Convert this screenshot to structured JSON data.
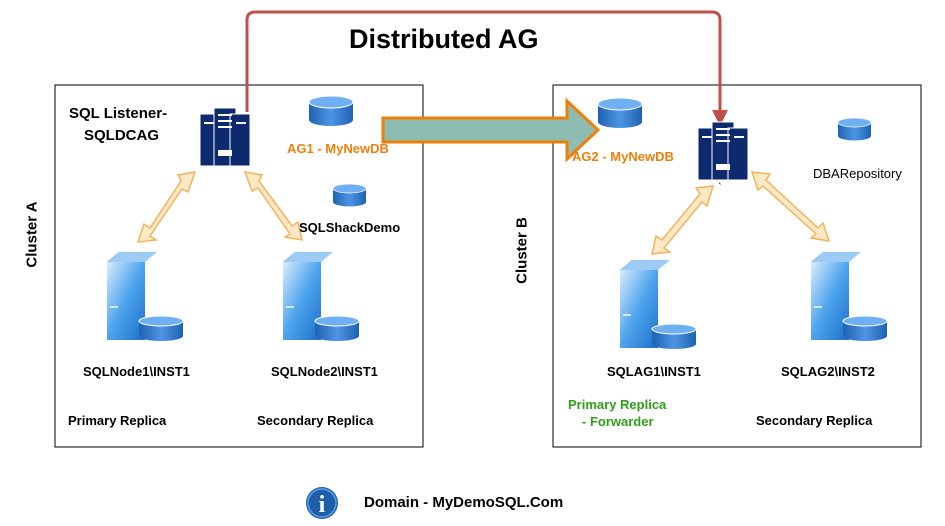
{
  "title": "Distributed AG",
  "cluster_a": {
    "label": "Cluster A",
    "listener_line1": "SQL Listener-",
    "listener_line2": "SQLDCAG",
    "ag_db": "AG1 - MyNewDB",
    "other_db": "SQLShackDemo",
    "node1": "SQLNode1\\INST1",
    "node2": "SQLNode2\\INST1",
    "role1": "Primary Replica",
    "role2": "Secondary Replica"
  },
  "cluster_b": {
    "label": "Cluster B",
    "ag_db": "AG2 - MyNewDB",
    "other_db": "DBARepository",
    "node1": "SQLAG1\\INST1",
    "node2": "SQLAG2\\INST2",
    "role1_line1": "Primary Replica",
    "role1_line2": "- Forwarder",
    "role2": "Secondary Replica",
    "mark": "`"
  },
  "footer": {
    "domain": "Domain - MyDemoSQL.Com",
    "info_glyph": "i",
    "info_icon": "info-circle-icon"
  },
  "colors": {
    "connector": "#c0504d",
    "replication_arrow_fill": "#8fbcb0",
    "replication_arrow_border": "#f07f09",
    "sync_arrow_fill": "#fde9c6",
    "sync_arrow_border": "#f4b25c",
    "server_blue": "#1f5fa8",
    "listener_navy": "#0e2a6e",
    "ag_label": "#f07f09",
    "forwarder_label": "#2f9e1a"
  }
}
